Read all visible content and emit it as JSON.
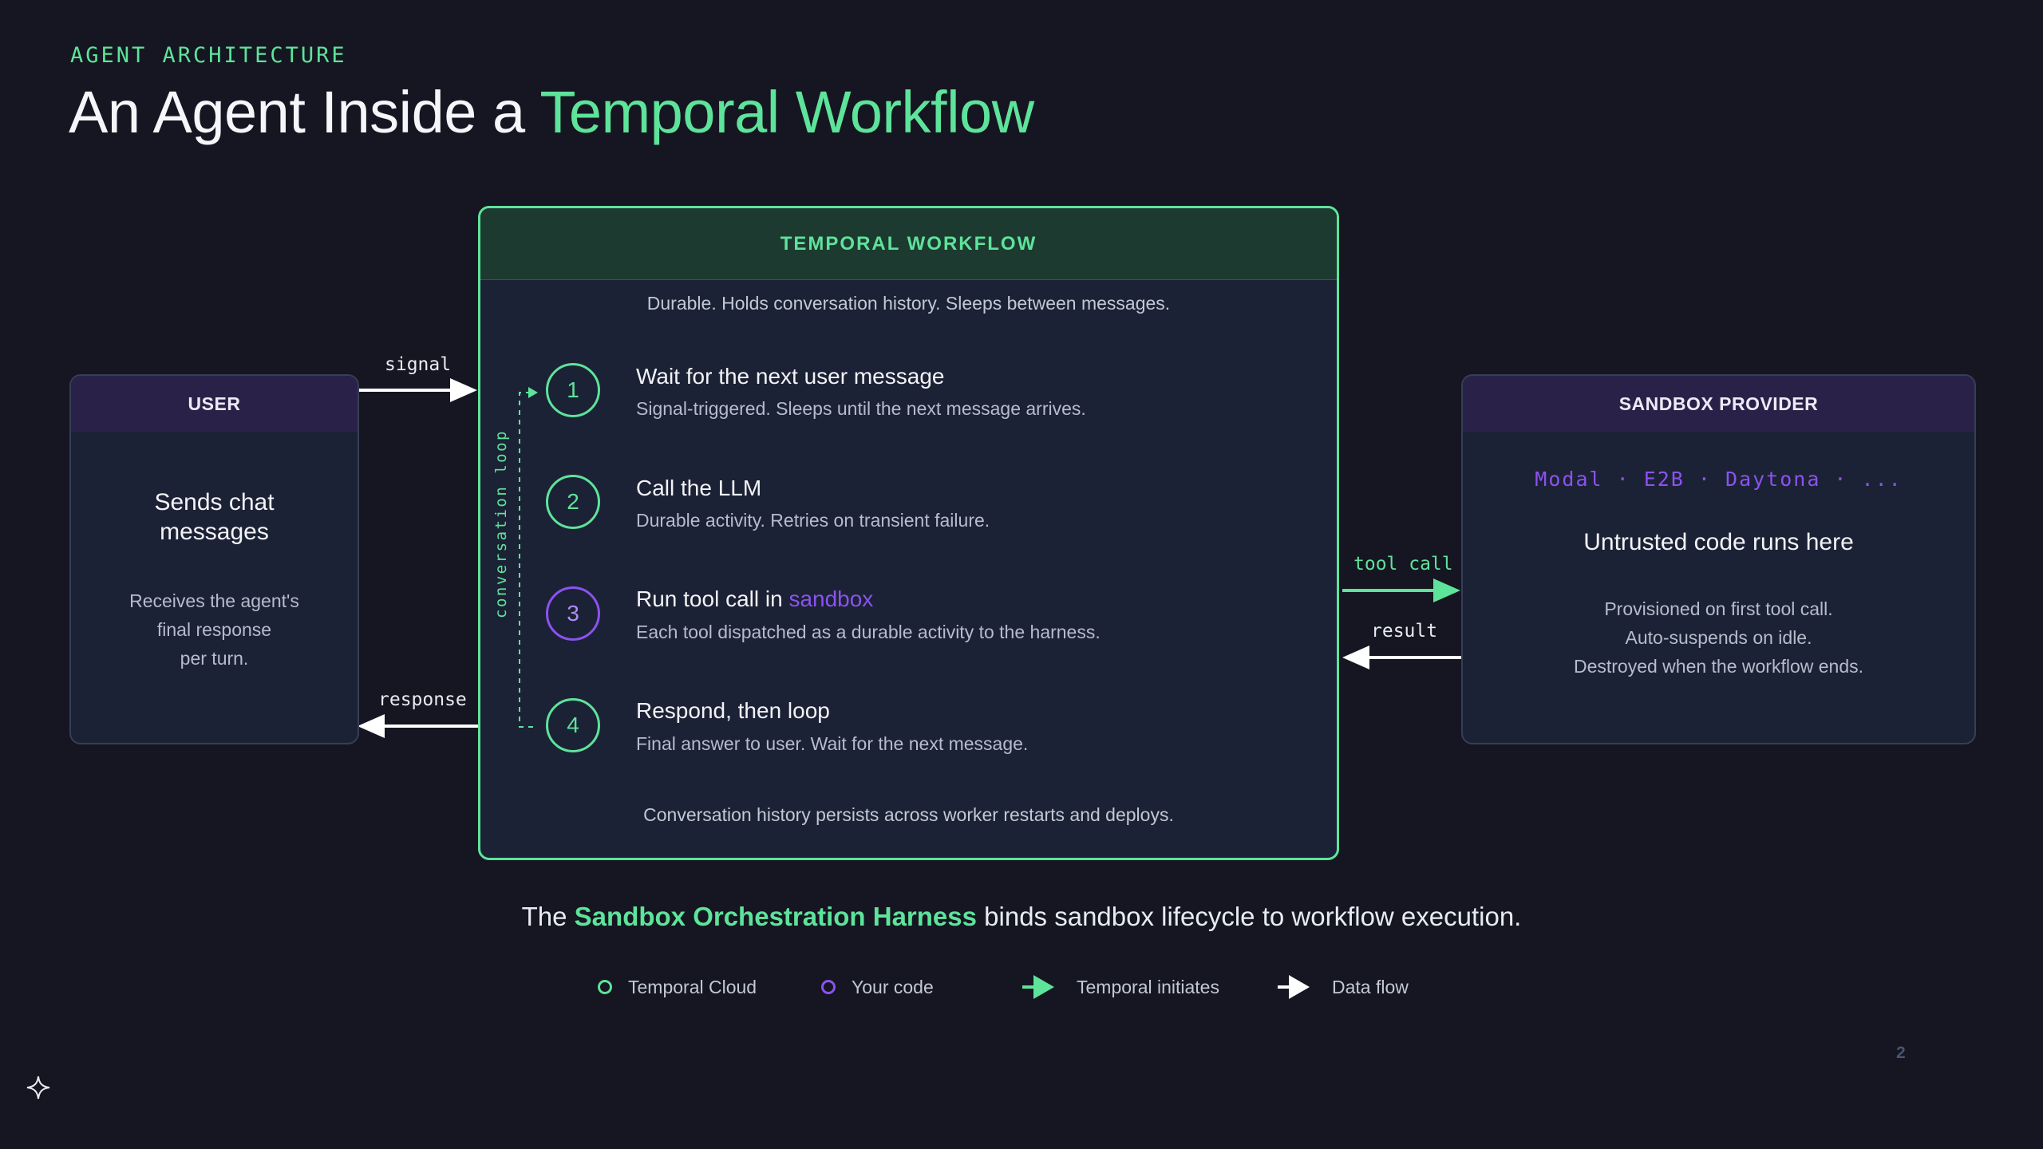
{
  "header": {
    "eyebrow": "AGENT ARCHITECTURE",
    "title_plain": "An Agent Inside a ",
    "title_highlight": "Temporal Workflow"
  },
  "user": {
    "heading": "USER",
    "main_line1": "Sends chat",
    "main_line2": "messages",
    "sub_line1": "Receives the agent's",
    "sub_line2": "final response",
    "sub_line3": "per turn."
  },
  "workflow": {
    "heading": "TEMPORAL WORKFLOW",
    "description": "Durable. Holds conversation history. Sleeps between messages.",
    "loop_label": "conversation loop",
    "footer": "Conversation history persists across worker restarts and deploys.",
    "steps": [
      {
        "number": "1",
        "title": "Wait for the next user message",
        "desc": "Signal-triggered. Sleeps until the next message arrives."
      },
      {
        "number": "2",
        "title": "Call the LLM",
        "desc": "Durable activity. Retries on transient failure."
      },
      {
        "number": "3",
        "title_plain": "Run tool call in ",
        "title_highlight": "sandbox",
        "desc": "Each tool dispatched as a durable activity to the harness."
      },
      {
        "number": "4",
        "title": "Respond, then loop",
        "desc": "Final answer to user. Wait for the next message."
      }
    ]
  },
  "sandbox": {
    "heading": "SANDBOX PROVIDER",
    "providers": "Modal · E2B · Daytona · ...",
    "main": "Untrusted code runs here",
    "sub_line1": "Provisioned on first tool call.",
    "sub_line2": "Auto-suspends on idle.",
    "sub_line3": "Destroyed when the workflow ends."
  },
  "arrows": {
    "signal": "signal",
    "response": "response",
    "tool_call": "tool call",
    "result": "result"
  },
  "tagline": {
    "prefix": "The ",
    "highlight": "Sandbox Orchestration Harness",
    "suffix": " binds sandbox lifecycle to workflow execution."
  },
  "legend": {
    "temporal_cloud": "Temporal Cloud",
    "your_code": "Your code",
    "temporal_initiates": "Temporal initiates",
    "data_flow": "Data flow"
  },
  "page_number": "2",
  "colors": {
    "background": "#151621",
    "temporal_green": "#5ee39b",
    "code_purple": "#8b52f0",
    "panel": "#1c2235"
  }
}
